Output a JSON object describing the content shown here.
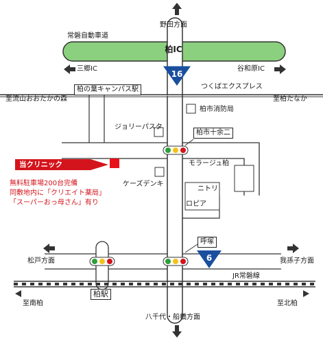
{
  "directions": {
    "north": "野田方面",
    "south": "八千代・船橋方面",
    "west_ic": "三郷IC",
    "east_ic": "谷和原IC",
    "west_road": "松戸方面",
    "east_road": "我孫子方面"
  },
  "expressway": {
    "name": "常磐自動車道",
    "interchange": "柏IC"
  },
  "routes": {
    "route16": "16",
    "route6": "6"
  },
  "tsukuba": {
    "line_name": "つくばエクスプレス",
    "station": "柏の葉キャンパス駅",
    "to_west": "至流山おおたかの森",
    "to_east": "至柏たなか"
  },
  "jr": {
    "line_name": "JR常磐線",
    "station": "柏駅",
    "to_west": "至南柏",
    "to_east": "至北柏"
  },
  "landmarks": {
    "fire_station": "柏市消防局",
    "jolly_pasta": "ジョリーパスタ",
    "intersection": "柏市十余二",
    "moraju": "モラージュ柏",
    "ksdenki": "ケーズデンキ",
    "nitori": "ニトリ",
    "lopia": "ロピア",
    "kozuka": "呼塚"
  },
  "clinic": {
    "name": "当クリニック",
    "note_line1": "無料駐車場200台完備",
    "note_line2": "同敷地内に「クリエイト薬局」",
    "note_line3": "「スーパーおっ母さん」有り",
    "marker_color": "#e8101a"
  },
  "colors": {
    "expressway": "#8bd07e",
    "route_sign": "#1a4f9e",
    "clinic_red": "#d4141c",
    "signal_green": "#2e9e3a",
    "signal_yellow": "#f3c21b",
    "signal_red": "#d4141c"
  }
}
